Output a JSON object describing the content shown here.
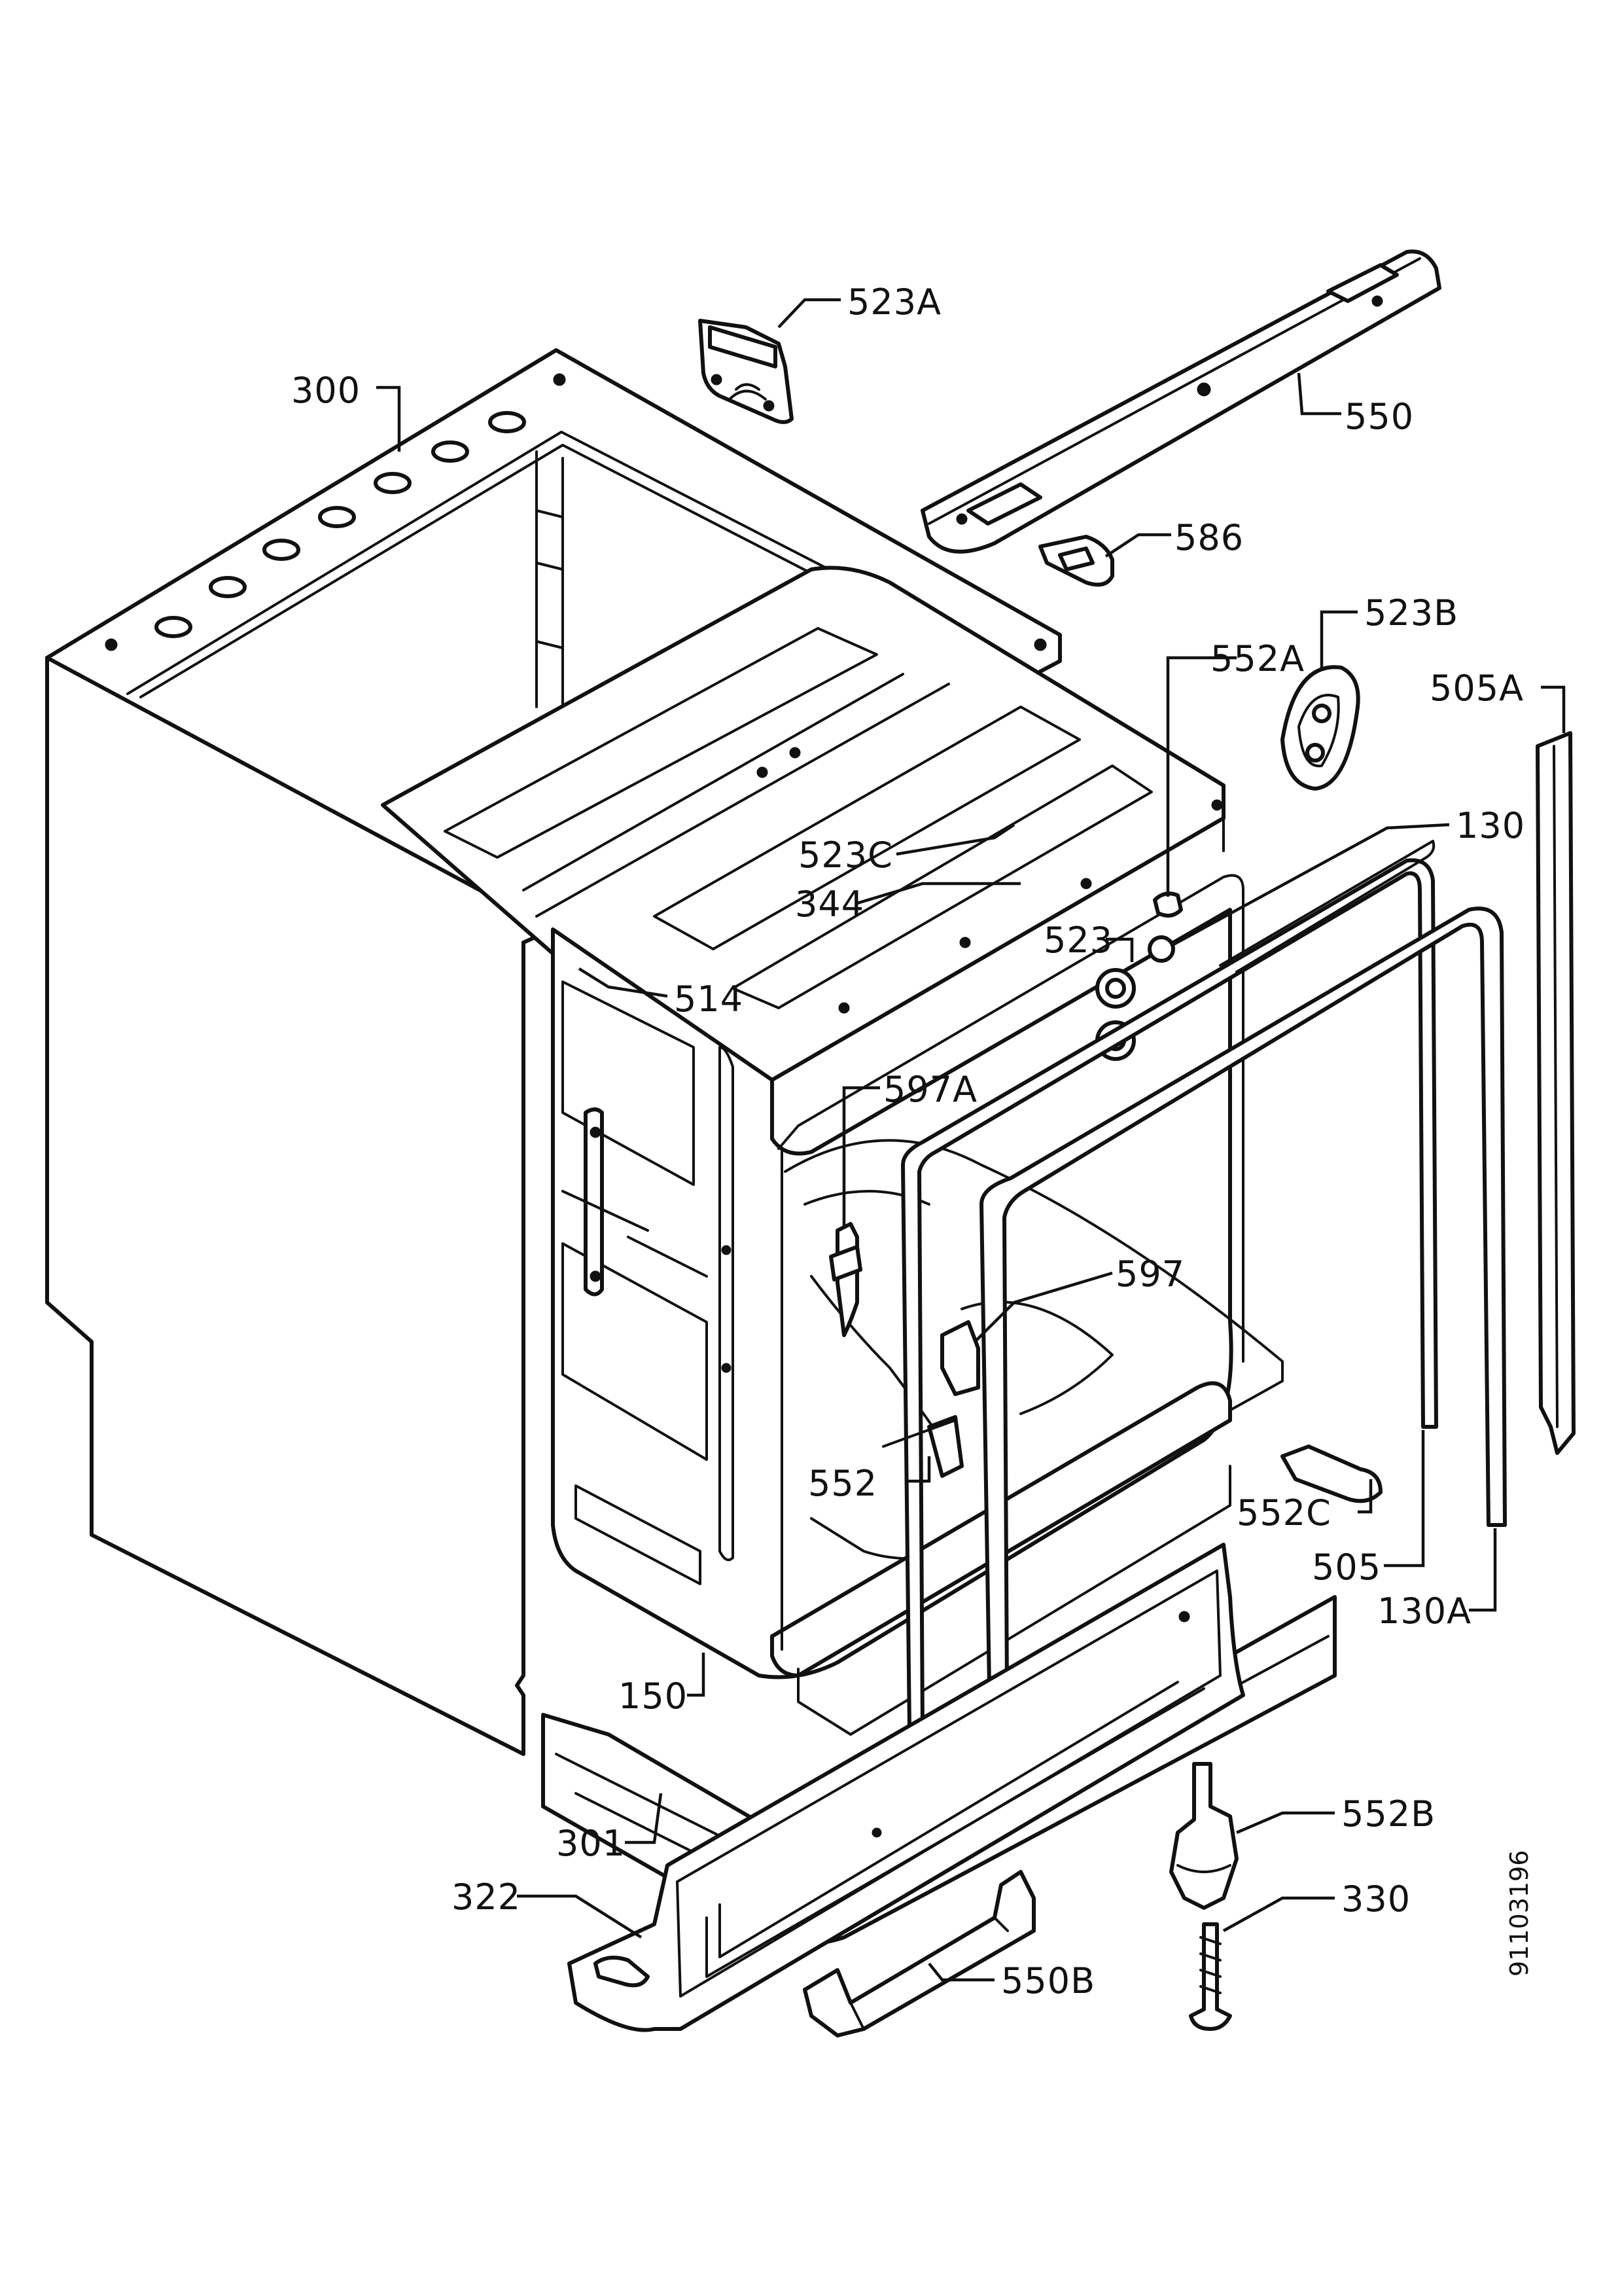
{
  "drawing_number": "91103196",
  "callouts": {
    "c300": "300",
    "c523A": "523A",
    "c550": "550",
    "c586": "586",
    "c523B": "523B",
    "c552A": "552A",
    "c505A": "505A",
    "c523C": "523C",
    "c344": "344",
    "c130": "130",
    "c514": "514",
    "c523": "523",
    "c597A": "597A",
    "c597": "597",
    "c552": "552",
    "c552C": "552C",
    "c505": "505",
    "c130A": "130A",
    "c150": "150",
    "c552B": "552B",
    "c301": "301",
    "c322": "322",
    "c330": "330",
    "c550B": "550B"
  }
}
